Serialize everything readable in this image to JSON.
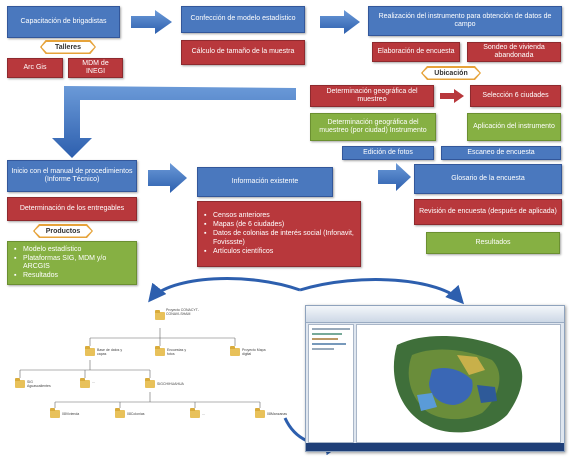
{
  "row1": {
    "capacitacion": "Capacitación de brigadistas",
    "confeccion": "Confección de modelo estadístico",
    "calculo": "Cálculo de tamaño de la muestra",
    "realizacion": "Realización del instrumento para obtención de datos de campo",
    "elaboracion": "Elaboración de encuesta",
    "sondeo": "Sondeo de vivienda abandonada",
    "talleres": "Talleres",
    "arcgis": "Arc Gis",
    "mdm": "MDM de INEGI"
  },
  "ubicacion": {
    "label": "Ubicación",
    "determinacion": "Determinación geográfica del muestreo",
    "seleccion": "Selección 6 ciudades",
    "determinacion_ciudad": "Determinación geográfica del muestreo (por ciudad) Instrumento",
    "aplicacion": "Aplicación del instrumento",
    "edicion": "Edición de fotos",
    "escaneo": "Escaneo de encuesta"
  },
  "row2": {
    "inicio": "Inicio con el manual de procedimientos (Informe Técnico)",
    "entregables": "Determinación de los entregables",
    "productos": "Productos",
    "productos_items": [
      "Modelo estadístico",
      "Plataformas SIG, MDM y/o ARCGIS",
      "Resultados"
    ],
    "informacion": "Información existente",
    "informacion_items": [
      "Censos anteriores",
      "Mapas (de 6 ciudades)",
      "Datos de colonias de interés social (Infonavit, Fovissste)",
      "Artículos científicos"
    ],
    "glosario": "Glosario de la encuesta",
    "revision": "Revisión de encuesta (después de aplicada)",
    "resultados": "Resultados"
  },
  "tree": {
    "root": "Proyecto CONACYT-CONAVI-SHAM",
    "level1": [
      "Base de datos y capas",
      "Encuestas y fotos",
      "Proyecto Mapa digital"
    ],
    "level2": [
      "SIG Aguascalientes",
      "...",
      "SIGCHIHUAHUA"
    ],
    "level3": [
      "08Vivienda",
      "08Colonias",
      "...",
      "08Manzanas"
    ]
  },
  "colors": {
    "blue": "#4a78be",
    "red": "#b8383c",
    "green": "#86b043",
    "orange": "#e6a33a",
    "arrow": "#3d72c4"
  }
}
